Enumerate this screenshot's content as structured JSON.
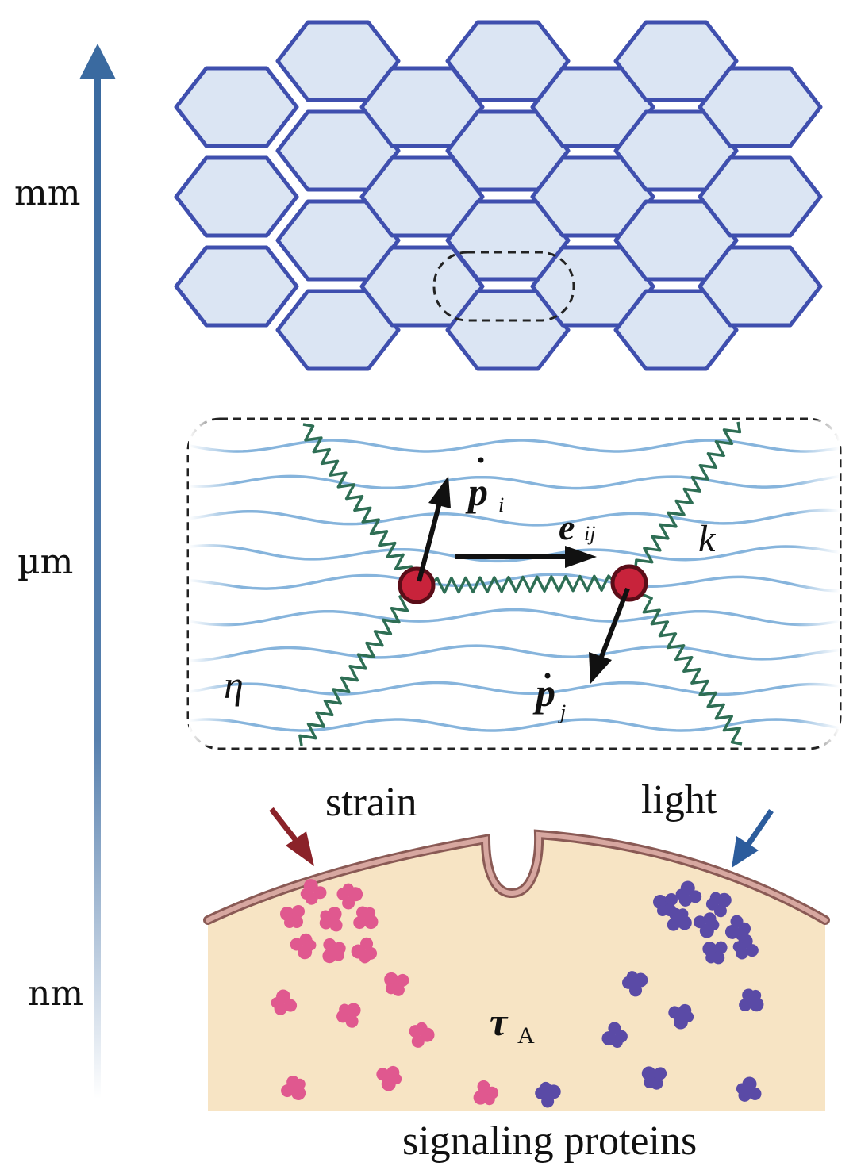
{
  "scale_axis": {
    "labels": [
      "mm",
      "µm",
      "nm"
    ],
    "color": "#3a6aa0"
  },
  "tissue_layer": {
    "cell_fill": "#dbe5f3",
    "cell_stroke": "#3f4fae"
  },
  "cell_layer": {
    "spring_color": "#2e6e54",
    "fluid_color": "#86b4dc",
    "node_color": "#c8233b",
    "symbols": {
      "p_i": {
        "main": "p",
        "sub": "i"
      },
      "p_j": {
        "main": "p",
        "sub": "j"
      },
      "e_ij": {
        "main": "e",
        "sub": "ij"
      },
      "k": "k",
      "eta": "η"
    }
  },
  "molecular_layer": {
    "stimuli": {
      "strain": {
        "label": "strain",
        "color": "#8b2229"
      },
      "light": {
        "label": "light",
        "color": "#2c5c9c"
      }
    },
    "tau": {
      "main": "τ",
      "sub": "A"
    },
    "caption": "signaling proteins",
    "cytoplasm_color": "#f7e4c4",
    "membrane_color": "#c99590",
    "protein_colors": {
      "strain_side": "#e0588f",
      "light_side": "#5a4aa6"
    }
  }
}
